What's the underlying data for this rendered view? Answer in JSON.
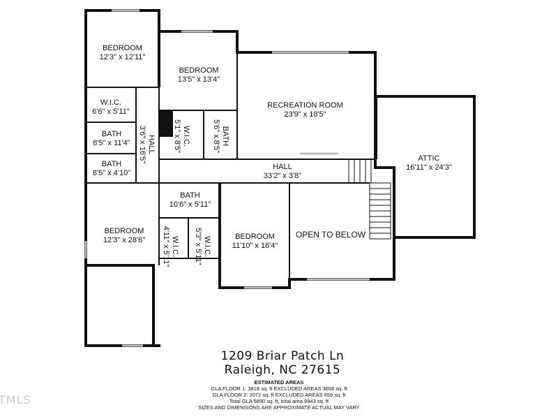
{
  "rooms": {
    "bedroom_1": {
      "name": "BEDROOM",
      "dims": "12'3\" x 12'11\""
    },
    "bedroom_2": {
      "name": "BEDROOM",
      "dims": "13'5\" x 13'4\""
    },
    "recreation": {
      "name": "RECREATION ROOM",
      "dims": "23'9\" x 18'5\""
    },
    "wic_1": {
      "name": "W.I.C.",
      "dims": "6'6\" x 5'11\""
    },
    "bath_1": {
      "name": "BATH",
      "dims": "8'5\" x 11'4\""
    },
    "bath_2": {
      "name": "BATH",
      "dims": "8'5\" x 4'10\""
    },
    "hall_v": {
      "name": "HALL",
      "dims": "3'6\" x 16'5\""
    },
    "wic_2": {
      "name": "W.I.C.",
      "dims": "5'1\" x 8'5\""
    },
    "bath_3": {
      "name": "BATH",
      "dims": "5'6\" x 8'5\""
    },
    "attic": {
      "name": "ATTIC",
      "dims": "16'11\" x 24'3\""
    },
    "hall_h": {
      "name": "HALL",
      "dims": "33'2\" x 3'8\""
    },
    "bath_4": {
      "name": "BATH",
      "dims": "10'6\" x 5'11\""
    },
    "bedroom_3": {
      "name": "BEDROOM",
      "dims": "12'3\" x 28'6\""
    },
    "wic_3": {
      "name": "W.I.C.",
      "dims": "4'11\" x 5'11\""
    },
    "wic_4": {
      "name": "W.I.C.",
      "dims": "5'3\" x 5'11\""
    },
    "bedroom_4": {
      "name": "BEDROOM",
      "dims": "11'10\" x 18'4\""
    },
    "open_below": {
      "name": "OPEN TO BELOW"
    }
  },
  "address": {
    "line1": "1209 Briar Patch Ln",
    "line2": "Raleigh, NC  27615"
  },
  "areas": {
    "heading": "ESTIMATED AREAS",
    "line1": "GLA FLOOR 1: 3818 sq. ft EXCLUDED AREAS 3658 sq. ft",
    "line2": "GLA FLOOR 2: 2072 sq. ft EXCLUDED AREAS 659 sq. ft",
    "line3": "Total GLA 5890 sq. ft, total area 9943 sq. ft",
    "line4": "SIZES AND DIMENSIONS ARE APPROXIMATE ACTUAL MAY VARY"
  },
  "watermark": "TMLS",
  "colors": {
    "wall": "#111111",
    "window": "#bdbdbd",
    "background": "#ffffff"
  }
}
